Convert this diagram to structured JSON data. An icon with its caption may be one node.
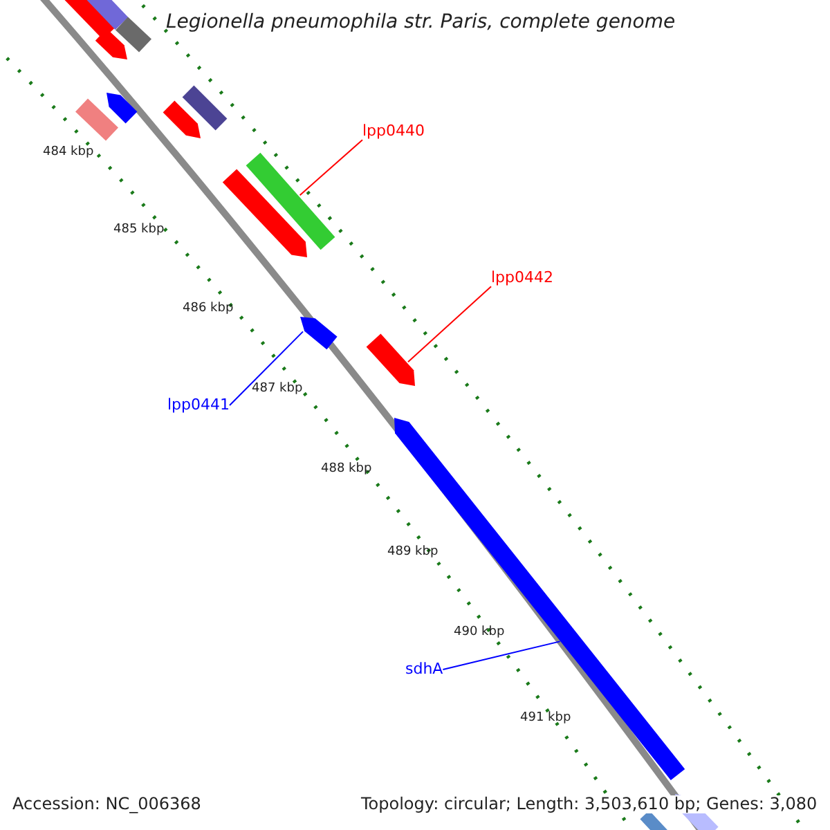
{
  "diagram": {
    "title": "Legionella pneumophila str. Paris, complete genome",
    "nodes": [
      {
        "text": [],
        "shape": "bar"
      },
      {
        "text": [],
        "shape": "bar"
      },
      {
        "text": [],
        "shape": "bar"
      },
      {
        "text": [],
        "shape": "bar"
      },
      {
        "text": [],
        "shape": "bar"
      },
      {
        "text": [],
        "shape": "bar"
      },
      {
        "text": [],
        "shape": "bar"
      },
      {
        "text": [],
        "shape": "bar"
      },
      {
        "text": [
          "lpp0440"
        ]
      },
      {
        "text": [],
        "shape": "bar"
      },
      {
        "text": [],
        "shape": "bar"
      },
      {
        "text": [
          "lpp0442"
        ]
      },
      {
        "text": [],
        "shape": "bar"
      },
      {
        "text": [],
        "shape": "bar"
      },
      {
        "text": [
          "lpp0441"
        ]
      },
      {
        "text": [],
        "shape": "bar"
      },
      {
        "text": [
          "sdhA"
        ]
      },
      {
        "text": [],
        "shape": "bar"
      },
      {
        "text": [],
        "shape": "bar"
      }
    ],
    "edges": [
      {
        "from": 8,
        "to": 9,
        "arrow": "none",
        "color": "#ff0000"
      },
      {
        "from": 11,
        "to": 13,
        "arrow": "none",
        "color": "#ff0000"
      },
      {
        "from": 14,
        "to": 12,
        "arrow": "none",
        "color": "#0000ff"
      },
      {
        "from": 16,
        "to": 15,
        "arrow": "none",
        "color": "#0000ff"
      }
    ],
    "labels": [
      "484 kbp",
      "485 kbp",
      "486 kbp",
      "487 kbp",
      "488 kbp",
      "489 kbp",
      "490 kbp",
      "491 kbp",
      "Accession: NC_006368",
      "Topology: circular; Length: 3,503,610 bp; Genes: 3,080"
    ]
  }
}
